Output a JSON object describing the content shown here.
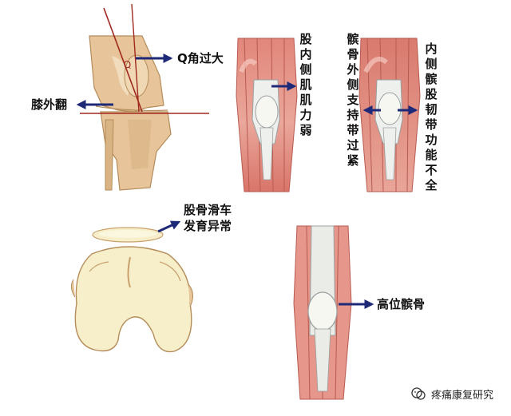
{
  "labels": {
    "q_angle": "Q角过大",
    "genu_valgum": "膝外翻",
    "vmo_weak": "股内侧肌肌力弱",
    "lateral_retinaculum": "髌骨外侧支持带过紧",
    "mpfl_insufficient": "内侧髌股韧带功能不全",
    "trochlea": [
      "股骨滑车",
      "发育异常"
    ],
    "patella_alta": "高位髌骨"
  },
  "watermark": "疼痛康复研究",
  "colors": {
    "bone": "#e7c499",
    "bone_dark": "#c9a06e",
    "muscle": "#e79a8e",
    "muscle_dark": "#c85f55",
    "tendon": "#eef0ee",
    "cartilage": "#f6efc9",
    "arrow": "#1e2a78",
    "axis_line": "#a0291f"
  }
}
